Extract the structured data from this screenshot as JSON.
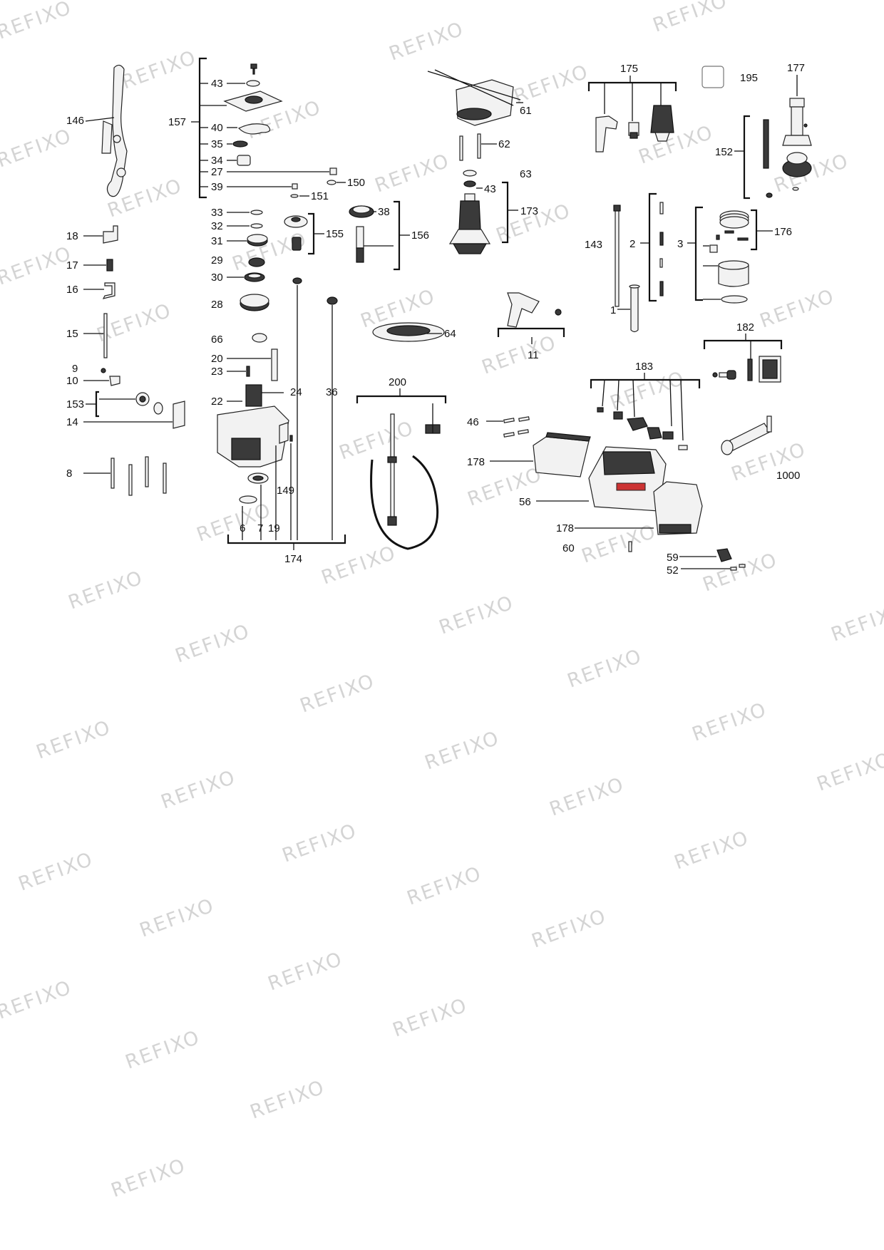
{
  "watermark": "REFIXO",
  "labels": {
    "l146": "146",
    "l18": "18",
    "l17": "17",
    "l16": "16",
    "l15": "15",
    "l9": "9",
    "l10": "10",
    "l153": "153",
    "l14": "14",
    "l8": "8",
    "l157": "157",
    "l43a": "43",
    "l40": "40",
    "l35": "35",
    "l34": "34",
    "l27": "27",
    "l39": "39",
    "l150": "150",
    "l151": "151",
    "l33": "33",
    "l32": "32",
    "l31": "31",
    "l29": "29",
    "l30": "30",
    "l28": "28",
    "l66": "66",
    "l20": "20",
    "l23": "23",
    "l22": "22",
    "l24": "24",
    "l36": "36",
    "l149": "149",
    "l6": "6",
    "l7": "7",
    "l19": "19",
    "l174": "174",
    "l155": "155",
    "l38": "38",
    "l156": "156",
    "l61": "61",
    "l62": "62",
    "l63": "63",
    "l43b": "43",
    "l173": "173",
    "l64": "64",
    "l200": "200",
    "l11": "11",
    "l175": "175",
    "l195": "195",
    "l177": "177",
    "l152": "152",
    "l143": "143",
    "l2": "2",
    "l3": "3",
    "l176": "176",
    "l1": "1",
    "l182": "182",
    "l183": "183",
    "l46": "46",
    "l178a": "178",
    "l56": "56",
    "l178b": "178",
    "l60": "60",
    "l59": "59",
    "l52": "52",
    "l1000": "1000"
  }
}
